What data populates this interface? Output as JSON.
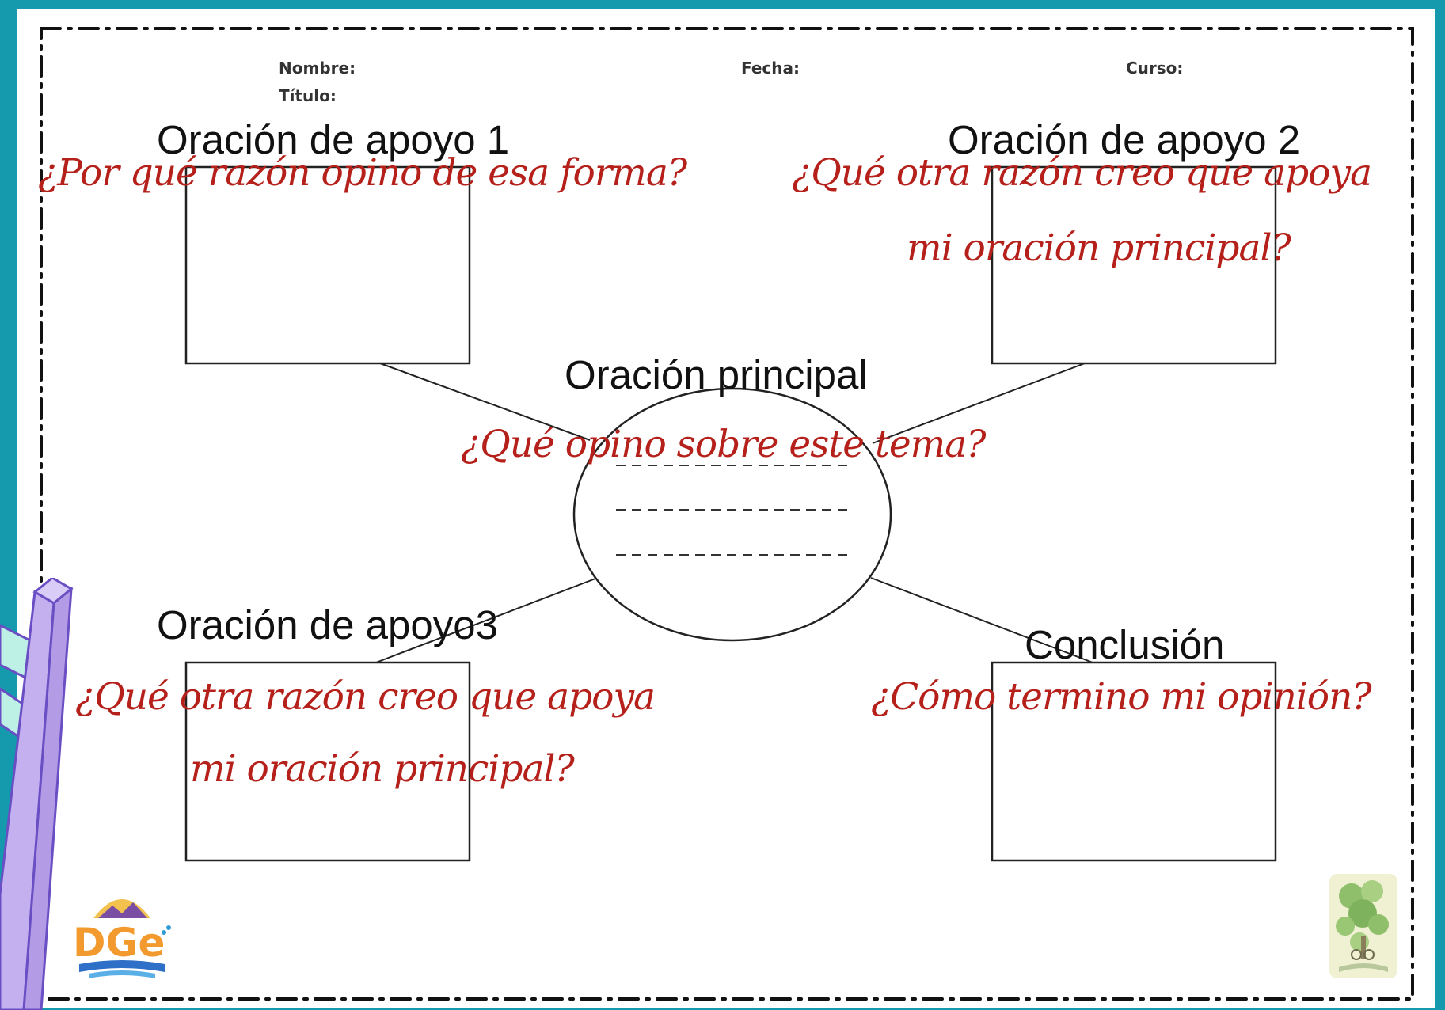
{
  "header": {
    "name_label": "Nombre:",
    "title_label": "Título:",
    "date_label": "Fecha:",
    "course_label": "Curso:"
  },
  "boxes": {
    "support1": {
      "label": "Oración de apoyo 1",
      "question": "¿Por qué razón opino de esa forma?"
    },
    "support2": {
      "label": "Oración de apoyo 2",
      "question_line1": "¿Qué otra razón creo que apoya",
      "question_line2": "mi oración principal?"
    },
    "main": {
      "label": "Oración principal",
      "question": "¿Qué opino sobre este tema?"
    },
    "support3": {
      "label": "Oración de apoyo3",
      "question_line1": "¿Qué otra razón creo que apoya",
      "question_line2": "mi oración principal?"
    },
    "conclusion": {
      "label": "Conclusión",
      "question": "¿Cómo termino mi opinión?"
    }
  },
  "logos": {
    "left_logo_text": "DGe"
  },
  "colors": {
    "background": "#1499ad",
    "question_text": "#b5201a",
    "pencil": "#c4b0ee"
  }
}
